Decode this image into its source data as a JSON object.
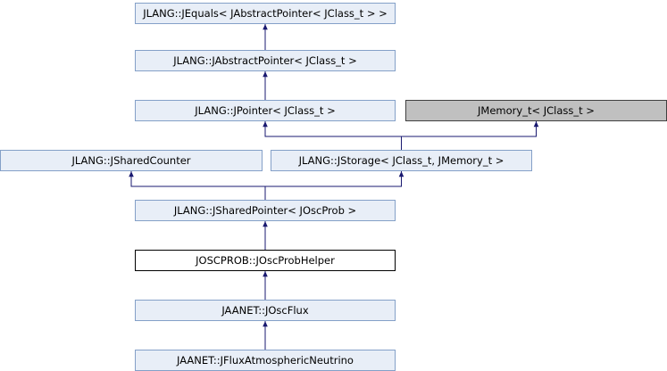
{
  "nodes": [
    {
      "id": "jequals",
      "label": "JLANG::JEquals< JAbstractPointer< JClass_t > >",
      "kind": "class"
    },
    {
      "id": "jabstractpointer",
      "label": "JLANG::JAbstractPointer< JClass_t >",
      "kind": "class"
    },
    {
      "id": "jpointer",
      "label": "JLANG::JPointer< JClass_t >",
      "kind": "class"
    },
    {
      "id": "jmemory",
      "label": "JMemory_t< JClass_t >",
      "kind": "external"
    },
    {
      "id": "jsharedcounter",
      "label": "JLANG::JSharedCounter",
      "kind": "class"
    },
    {
      "id": "jstorage",
      "label": "JLANG::JStorage< JClass_t, JMemory_t >",
      "kind": "class"
    },
    {
      "id": "jsharedpointer",
      "label": "JLANG::JSharedPointer< JOscProb >",
      "kind": "class"
    },
    {
      "id": "joscprobhelper",
      "label": "JOSCPROB::JOscProbHelper",
      "kind": "current"
    },
    {
      "id": "joscflux",
      "label": "JAANET::JOscFlux",
      "kind": "class"
    },
    {
      "id": "jfluxatm",
      "label": "JAANET::JFluxAtmosphericNeutrino",
      "kind": "class"
    }
  ],
  "edges": [
    {
      "from": "jabstractpointer",
      "to": "jequals"
    },
    {
      "from": "jpointer",
      "to": "jabstractpointer"
    },
    {
      "from": "jstorage",
      "to": "jpointer"
    },
    {
      "from": "jstorage",
      "to": "jmemory"
    },
    {
      "from": "jsharedpointer",
      "to": "jsharedcounter"
    },
    {
      "from": "jsharedpointer",
      "to": "jstorage"
    },
    {
      "from": "joscprobhelper",
      "to": "jsharedpointer"
    },
    {
      "from": "joscflux",
      "to": "joscprobhelper"
    },
    {
      "from": "jfluxatm",
      "to": "joscflux"
    }
  ],
  "colors": {
    "node_fill": "#e8eef7",
    "node_border": "#84a0c8",
    "current_fill": "#ffffff",
    "current_border": "#000000",
    "external_fill": "#c0c0c0",
    "external_border": "#404040",
    "edge": "#191970"
  }
}
